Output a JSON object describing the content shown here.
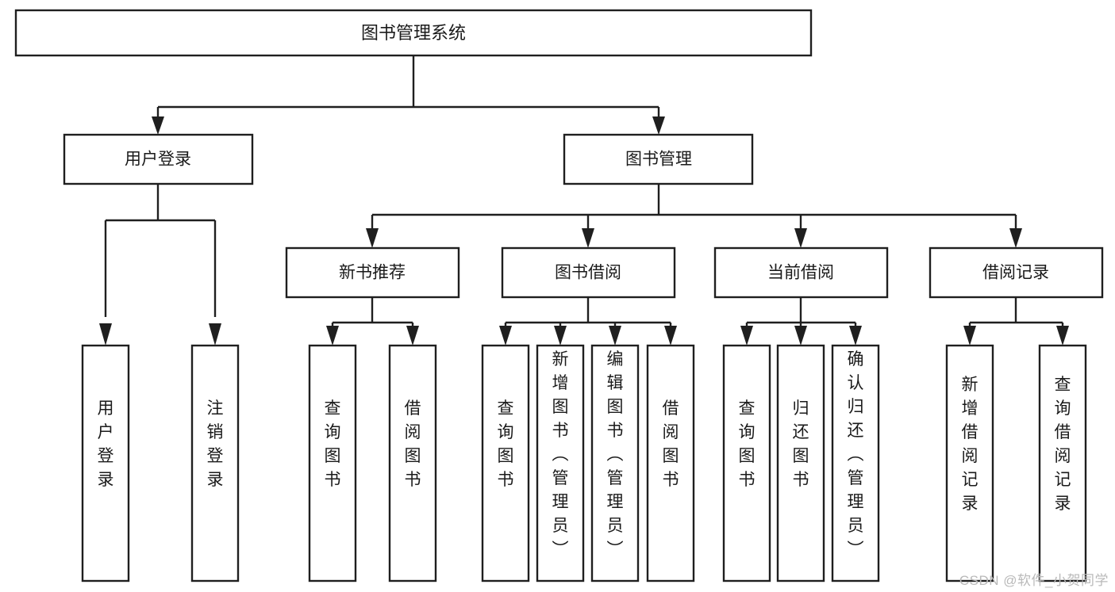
{
  "diagram": {
    "type": "tree",
    "title": "图书管理系统",
    "orientation": "top-down",
    "background_color": "#ffffff",
    "stroke_color": "#1f1f1f",
    "text_color": "#1a1a1a"
  },
  "root": {
    "label": "图书管理系统"
  },
  "level2": [
    {
      "label": "用户登录"
    },
    {
      "label": "图书管理"
    }
  ],
  "level3": [
    {
      "label": "新书推荐"
    },
    {
      "label": "图书借阅"
    },
    {
      "label": "当前借阅"
    },
    {
      "label": "借阅记录"
    }
  ],
  "leaves": {
    "user_login": [
      {
        "label": "用户登录"
      },
      {
        "label": "注销登录"
      }
    ],
    "new_book_recommend": [
      {
        "label": "查询图书"
      },
      {
        "label": "借阅图书"
      }
    ],
    "book_borrow": [
      {
        "label": "查询图书"
      },
      {
        "label": "新增图书（管理员）"
      },
      {
        "label": "编辑图书（管理员）"
      },
      {
        "label": "借阅图书"
      }
    ],
    "current_borrow": [
      {
        "label": "查询图书"
      },
      {
        "label": "归还图书"
      },
      {
        "label": "确认归还（管理员）"
      }
    ],
    "borrow_record": [
      {
        "label": "新增借阅记录"
      },
      {
        "label": "查询借阅记录"
      }
    ]
  },
  "watermark": {
    "text": "CSDN @软件_小贺同学"
  }
}
